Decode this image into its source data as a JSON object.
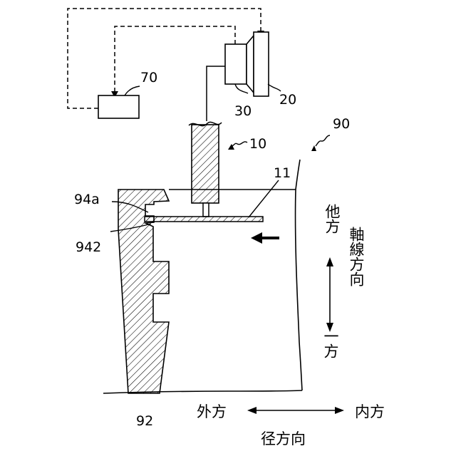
{
  "labels": {
    "ref_70": "70",
    "ref_30": "30",
    "ref_20": "20",
    "ref_10": "10",
    "ref_90": "90",
    "ref_11": "11",
    "ref_94a": "94a",
    "ref_942": "942",
    "ref_92": "92"
  },
  "axial": {
    "other_side": "他方",
    "axial_direction": "軸線方向",
    "one_side": "一方"
  },
  "radial": {
    "outer_side": "外方",
    "inner_side": "内方",
    "radial_direction": "径方向"
  }
}
